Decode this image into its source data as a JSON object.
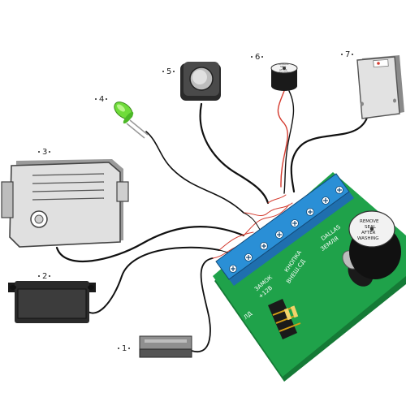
{
  "callouts": [
    {
      "id": "1",
      "label": "1"
    },
    {
      "id": "2",
      "label": "2"
    },
    {
      "id": "3",
      "label": "3"
    },
    {
      "id": "4",
      "label": "4"
    },
    {
      "id": "5",
      "label": "5"
    },
    {
      "id": "6",
      "label": "6"
    },
    {
      "id": "7",
      "label": "7"
    }
  ],
  "board": {
    "labels": {
      "dallas": "DALLAS",
      "zemlya": "ЗЕМЛЯ",
      "knopka": "КНОПКА",
      "vnesh_sd": "ВНЕШ.СД",
      "zamok": "ЗАМОК",
      "plus12v": "+12В",
      "ld": "ЛД"
    },
    "buzzer_seal": [
      "REMOVE",
      "SEAL",
      "AFTER",
      "WASHING"
    ]
  },
  "buzzer_small_seal": [
    "REMOVE",
    "SEAL",
    "AFTER",
    "WASHING"
  ],
  "colors": {
    "pcb": "#1fa24a",
    "pcb_dark": "#157a36",
    "terminal": "#2a8fd6",
    "terminal_dark": "#1f6fae",
    "led_green": "#6fdc3a",
    "wire_red": "#d43b2f",
    "wire_black": "#111111",
    "device_gray": "#d9d9d9"
  }
}
